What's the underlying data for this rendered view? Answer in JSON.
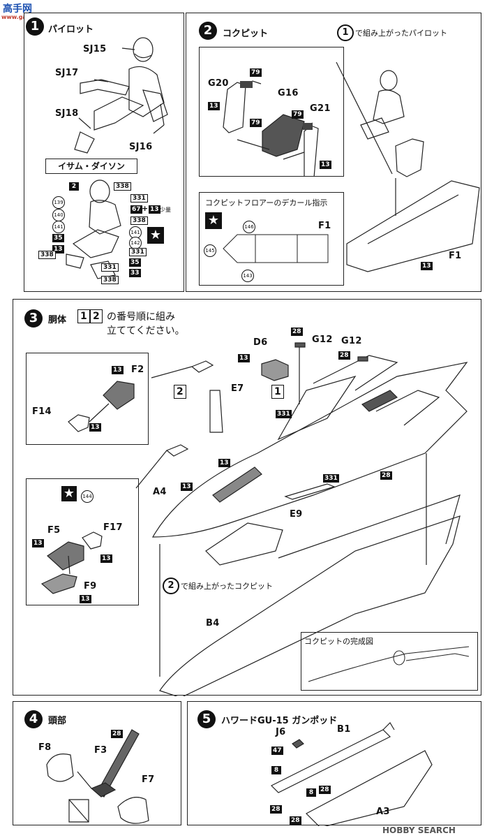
{
  "watermark_top": {
    "brand": "高手网",
    "url": "www.gaoshou.com"
  },
  "watermark_bottom": {
    "brand": "HOBBY SEARCH"
  },
  "step1": {
    "num": "1",
    "title": "パイロット",
    "parts": {
      "sj15": "SJ15",
      "sj17": "SJ17",
      "sj18": "SJ18",
      "sj16": "SJ16"
    },
    "name_box": "イサム・ダイソン",
    "paint": {
      "c2": "2",
      "c338a": "338",
      "c331a": "331",
      "c67": "67",
      "plus": "+",
      "c13a": "13",
      "small_amount": "少量",
      "c338b": "338",
      "c141": "141",
      "c142": "142",
      "c35a": "35",
      "c13b": "13",
      "c331b": "331",
      "c35b": "35",
      "c338c": "338",
      "c331c": "331",
      "c33": "33",
      "c338d": "338"
    },
    "decals": {
      "d139": "139",
      "d140": "140",
      "d141": "141"
    }
  },
  "step2": {
    "num": "2",
    "title": "コクピット",
    "ref_num": "1",
    "ref_text": "で組み上がったパイロット",
    "parts": {
      "g20": "G20",
      "g16": "G16",
      "g21": "G21",
      "f1": "F1"
    },
    "paint": {
      "p79a": "79",
      "p13a": "13",
      "p79b": "79",
      "p79c": "79",
      "p13b": "13",
      "p13c": "13"
    },
    "decal_box": {
      "title": "コクピットフロアーのデカール指示",
      "part": "F1",
      "d146": "146",
      "d145": "145",
      "d143": "143"
    }
  },
  "step3": {
    "num": "3",
    "title": "胴体",
    "order_a": "1",
    "order_b": "2",
    "text1": "の番号順に組み",
    "text2": "立ててください。",
    "parts": {
      "d6": "D6",
      "g12a": "G12",
      "g12b": "G12",
      "f2": "F2",
      "f14": "F14",
      "e7": "E7",
      "a4": "A4",
      "e9": "E9",
      "f5": "F5",
      "f17": "F17",
      "f9": "F9",
      "b4": "B4"
    },
    "framed_one": "1",
    "framed_two": "2",
    "paint": {
      "p28a": "28",
      "p28b": "28",
      "p13d6": "13",
      "p13f2": "13",
      "p13f14": "13",
      "p331a": "331",
      "p13e": "13",
      "p13f": "13",
      "p28c": "28",
      "p331b": "331",
      "p13f5": "13",
      "p13f17": "13",
      "p13f9": "13"
    },
    "decal": "144",
    "cockpit_ref_num": "2",
    "cockpit_ref_text": "で組み上がったコクピット",
    "complete_label": "コクピットの完成図"
  },
  "step4": {
    "num": "4",
    "title": "頭部",
    "parts": {
      "f8": "F8",
      "f3": "F3",
      "f7": "F7"
    },
    "paint": {
      "p28": "28"
    }
  },
  "step5": {
    "num": "5",
    "title": "ハワードGU-15 ガンポッド",
    "parts": {
      "j6": "J6",
      "b1": "B1",
      "a3": "A3"
    },
    "paint": {
      "p47": "47",
      "p8a": "8",
      "p8b": "8",
      "p28a": "28",
      "p28b": "28",
      "p28c": "28"
    }
  }
}
